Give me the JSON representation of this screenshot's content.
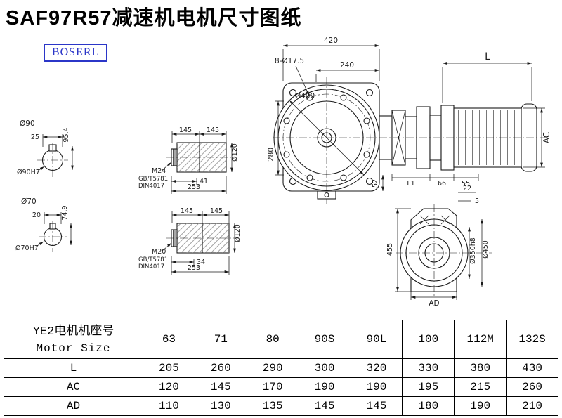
{
  "page": {
    "title": "SAF97R57减速机电机尺寸图纸",
    "logo": "BOSERL"
  },
  "dims": {
    "d420": "420",
    "bolt_holes": "8-Ø17.5",
    "d240": "240",
    "d400": "Ø400",
    "d280": "280",
    "d52": "52",
    "L": "L",
    "AC": "AC",
    "L1": "L1",
    "n66": "66",
    "n55": "55",
    "n22": "22",
    "n5": "5",
    "d455": "455",
    "d350": "Ø350h8",
    "d450": "Ø450",
    "AD": "AD",
    "s90_d": "Ø90",
    "s90_key": "25",
    "s90_h": "95.4",
    "s90_fit": "Ø90H7",
    "s70_d": "Ø70",
    "s70_key": "20",
    "s70_h": "74.9",
    "s70_fit": "Ø70H7",
    "sh1_l1": "145",
    "sh1_l2": "145",
    "sh1_d": "Ø120",
    "sh1_thread": "M24",
    "sh1_std1": "GB/T5781",
    "sh1_std2": "DIN4017",
    "sh1_tl": "41",
    "sh1_total": "253",
    "sh2_l1": "145",
    "sh2_l2": "145",
    "sh2_d": "Ø120",
    "sh2_thread": "M20",
    "sh2_std1": "GB/T5781",
    "sh2_std2": "DIN4017",
    "sh2_tl": "34",
    "sh2_total": "253"
  },
  "table": {
    "header_cn": "YE2电机机座号",
    "header_en": "Motor Size",
    "sizes": [
      "63",
      "71",
      "80",
      "90S",
      "90L",
      "100",
      "112M",
      "132S"
    ],
    "rows": [
      {
        "label": "L",
        "values": [
          "205",
          "260",
          "290",
          "300",
          "320",
          "330",
          "380",
          "430"
        ]
      },
      {
        "label": "AC",
        "values": [
          "120",
          "145",
          "170",
          "190",
          "190",
          "195",
          "215",
          "260"
        ]
      },
      {
        "label": "AD",
        "values": [
          "110",
          "130",
          "135",
          "145",
          "145",
          "180",
          "190",
          "210"
        ]
      }
    ]
  }
}
